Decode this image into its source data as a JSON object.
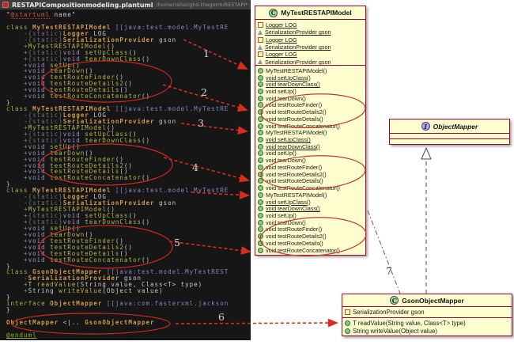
{
  "window": {
    "title": "RESTAPICompositionmodeling.plantuml",
    "path": "/home/rahel/ghd-thegorm/RESTAPI*"
  },
  "code": {
    "lines": [
      "\"@startuml name\"",
      "",
      "class MyTestRESTAPIModel [[java:test.model.MyTestRE",
      "    -{static}Logger LOG",
      "    -{static}SerializationProvider gson",
      "    +MyTestRESTAPIModel()",
      "    +{static}void setUpClass()",
      "    +{static}void tearDownClass()",
      "    +void setUp()",
      "    +void tearDown()",
      "    +void testRouteFinder()",
      "    +void testRouteDetails2()",
      "    +void testRouteDetails()",
      "    +void testRouteConcatenator()",
      "}",
      "class MyTestRESTAPIModel [[java:test.model.MyTestRE",
      "    -{static}Logger LOG",
      "    -{static}SerializationProvider gson",
      "    +MyTestRESTAPIModel()",
      "    +{static}void setUpClass()",
      "    +{static}void tearDownClass()",
      "    +void setUp()",
      "    +void tearDown()",
      "    +void testRouteFinder()",
      "    +void testRouteDetails2()",
      "    +void testRouteDetails()",
      "    +void testRouteConcatenator()",
      "}",
      "class MyTestRESTAPIModel [[java:test.model.MyTestRE",
      "    -{static}Logger LOG",
      "    -{static}SerializationProvider gson",
      "    +MyTestRESTAPIModel()",
      "    +{static}void setUpClass()",
      "    +{static}void tearDownClass()",
      "    +void setUp()",
      "    +void tearDown()",
      "    +void testRouteFinder()",
      "    +void testRouteDetails2()",
      "    +void testRouteDetails()",
      "    +void testRouteConcatenator()",
      "}",
      "class GsonObjectMapper [[java:test.model.MyTestREST",
      "    -SerializationProvider gson",
      "    +T readValue(String value, Class<T> type)",
      "    +String writeValue(Object value)",
      "}",
      "interface ObjectMapper [[java:com.fasterxml.jackson",
      "}",
      "",
      "ObjectMapper <|.. GsonObjectMapper",
      "",
      "@enduml"
    ]
  },
  "diagram": {
    "main_class": {
      "stereotype": "C",
      "name": "MyTestRESTAPIModel",
      "fields": [
        {
          "icon": "square",
          "text": "Logger LOG",
          "static": true
        },
        {
          "icon": "triangle",
          "text": "SerializationProvider gson",
          "static": true
        },
        {
          "icon": "square",
          "text": "Logger LOG",
          "static": true
        },
        {
          "icon": "triangle",
          "text": "SerializationProvider gson",
          "static": true
        },
        {
          "icon": "square",
          "text": "Logger LOG",
          "static": true
        },
        {
          "icon": "triangle",
          "text": "SerializationProvider gson",
          "static": true
        }
      ],
      "methods": [
        {
          "icon": "circle",
          "text": "MyTestRESTAPIModel()"
        },
        {
          "icon": "circle",
          "text": "void setUpClass()",
          "static": true
        },
        {
          "icon": "circle",
          "text": "void tearDownClass()",
          "static": true
        },
        {
          "icon": "circle",
          "text": "void setUp()"
        },
        {
          "icon": "circle",
          "text": "void tearDown()"
        },
        {
          "icon": "circle",
          "text": "void testRouteFinder()"
        },
        {
          "icon": "circle",
          "text": "void testRouteDetails2()"
        },
        {
          "icon": "circle",
          "text": "void testRouteDetails()"
        },
        {
          "icon": "circle",
          "text": "void testRouteConcatenator()"
        },
        {
          "icon": "circle",
          "text": "MyTestRESTAPIModel()"
        },
        {
          "icon": "circle",
          "text": "void setUpClass()",
          "static": true
        },
        {
          "icon": "circle",
          "text": "void tearDownClass()",
          "static": true
        },
        {
          "icon": "circle",
          "text": "void setUp()"
        },
        {
          "icon": "circle",
          "text": "void tearDown()"
        },
        {
          "icon": "circle",
          "text": "void testRouteFinder()"
        },
        {
          "icon": "circle",
          "text": "void testRouteDetails2()"
        },
        {
          "icon": "circle",
          "text": "void testRouteDetails()"
        },
        {
          "icon": "circle",
          "text": "void testRouteConcatenator()"
        },
        {
          "icon": "circle",
          "text": "MyTestRESTAPIModel()"
        },
        {
          "icon": "circle",
          "text": "void setUpClass()",
          "static": true
        },
        {
          "icon": "circle",
          "text": "void tearDownClass()",
          "static": true
        },
        {
          "icon": "circle",
          "text": "void setUp()"
        },
        {
          "icon": "circle",
          "text": "void tearDown()"
        },
        {
          "icon": "circle",
          "text": "void testRouteFinder()"
        },
        {
          "icon": "circle",
          "text": "void testRouteDetails2()"
        },
        {
          "icon": "circle",
          "text": "void testRouteDetails()"
        },
        {
          "icon": "circle",
          "text": "void testRouteConcatenator()"
        }
      ]
    },
    "interface_class": {
      "stereotype": "I",
      "name": "ObjectMapper"
    },
    "gson_class": {
      "stereotype": "C",
      "name": "GsonObjectMapper",
      "fields": [
        {
          "icon": "square",
          "text": "SerializationProvider gson"
        }
      ],
      "methods": [
        {
          "icon": "circle",
          "text": "T readValue(String value, Class<T> type)"
        },
        {
          "icon": "circle",
          "text": "String writeValue(Object value)"
        }
      ]
    },
    "colors": {
      "box_bg": "#fefece",
      "box_border": "#a80036",
      "class_icon_bg": "#add1b2",
      "interface_icon_bg": "#b4a7e5",
      "annotation_red": "#d92c1c"
    }
  },
  "annotations": {
    "numbers": [
      "1",
      "2",
      "3",
      "4",
      "5",
      "6",
      "7"
    ]
  }
}
